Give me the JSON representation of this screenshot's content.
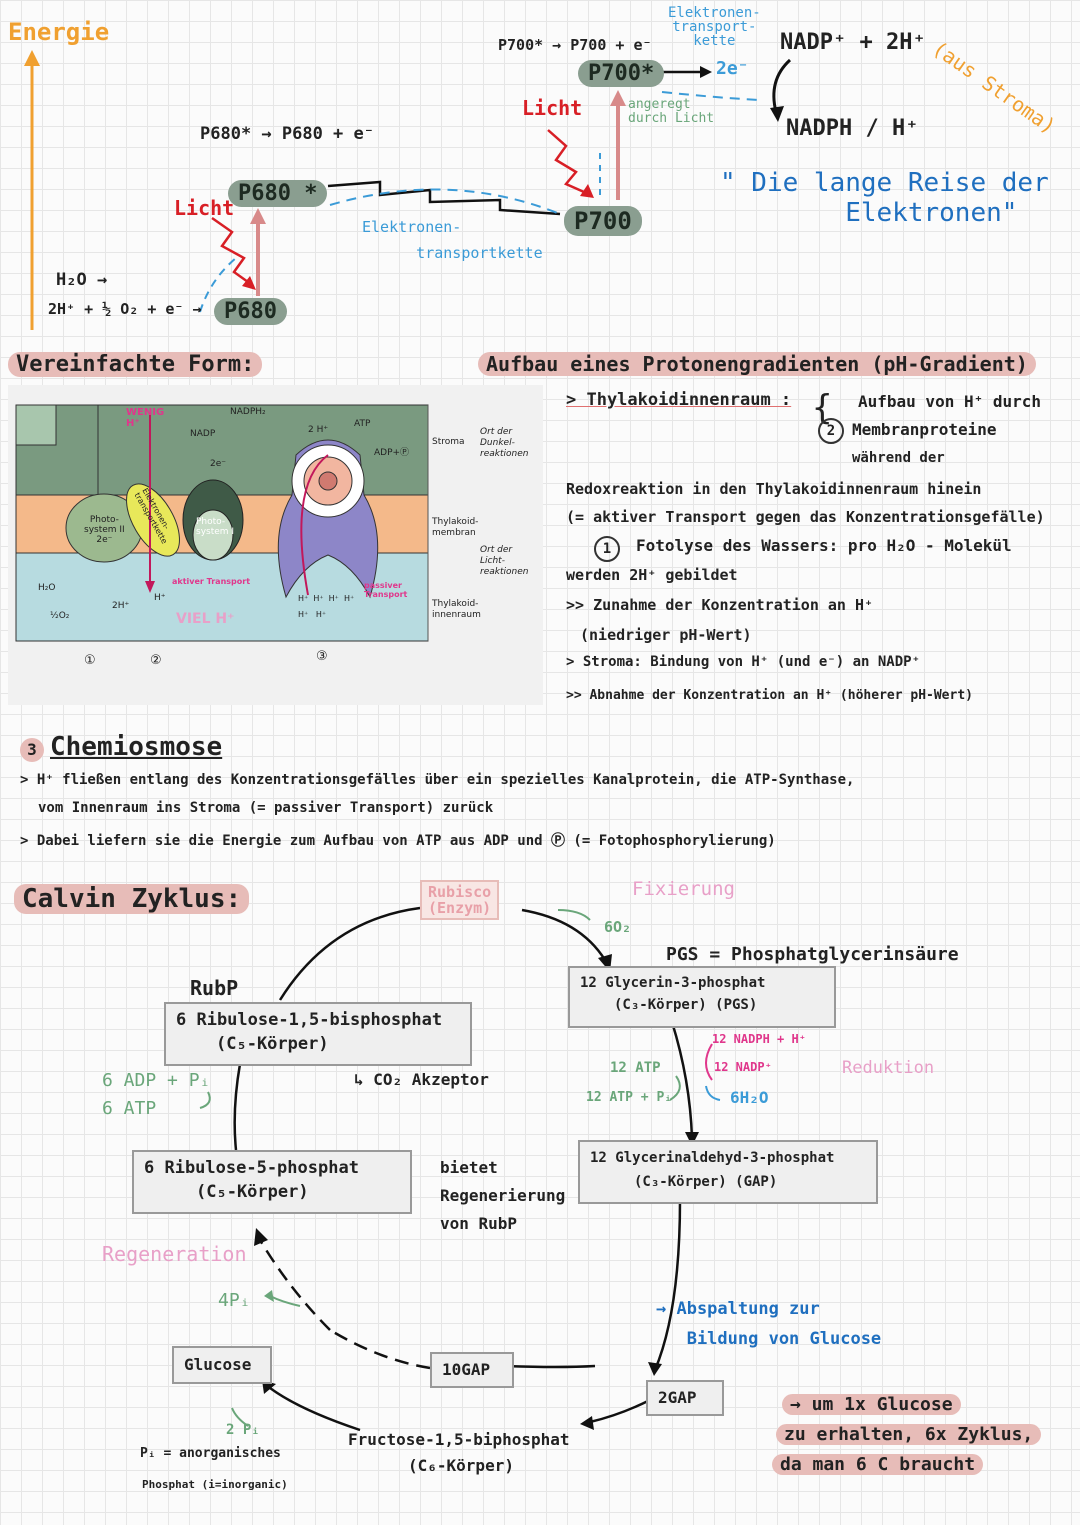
{
  "zschema": {
    "energy": "Energie",
    "p700_eq": "P700* → P700 + e⁻",
    "p700_star": "P700*",
    "etc_top": "Elektronen-\ntransport-\nkette",
    "two_e": "2e⁻",
    "nadp_eq": "NADP⁺ + 2H⁺",
    "aus_stroma": "(aus Stroma)",
    "nadph": "NADPH / H⁺",
    "licht_right": "Licht",
    "angeregt": "angeregt\ndurch Licht",
    "quote": "\" Die lange Reise der\n        Elektronen\"",
    "p680_eq": "P680* → P680 + e⁻",
    "p680_star": "P680 *",
    "licht_left": "Licht",
    "etc_mid": "Elektronen-\n      transportkette",
    "p700": "P700",
    "h2o": "H₂O →",
    "water_split": "2H⁺ + ½ O₂ + e⁻ →",
    "p680": "P680"
  },
  "simplified": {
    "heading": "Vereinfachte Form:",
    "fig": {
      "wenig": "WENIG\nH⁺",
      "nadph2": "NADPH₂",
      "nadp": "NADP",
      "two_h": "2 H⁺",
      "atp": "ATP",
      "adp": "ADP+Ⓟ",
      "two_e": "2e⁻",
      "ps2": "Photo-\nsystem II\n2e⁻",
      "etc": "Elektronen-\ntransportkette",
      "ps1": "Photo-\nsystem I",
      "h2o": "H₂O",
      "half_o2": "½O₂",
      "two_h_low": "2H⁺",
      "h_plus": "H⁺",
      "aktiv": "aktiver Transport",
      "viel": "VIEL H⁺",
      "passiv": "passiver\nTransport",
      "lumen_h": "H⁺  H⁺  H⁺  H⁺\nH⁺   H⁺",
      "n1": "①",
      "n2": "②",
      "n3": "③",
      "stroma": "Stroma",
      "dunkel": "Ort der\nDunkel-\nreaktionen",
      "membran": "Thylakoid-\nmembran",
      "licht_r": "Ort der\nLicht-\nreaktionen",
      "innen": "Thylakoid-\ninnenraum"
    }
  },
  "gradient": {
    "heading": "Aufbau eines Protonengradienten (pH-Gradient)",
    "l1": "> Thylakoidinnenraum :",
    "aufbau": "Aufbau von H⁺ durch",
    "num2": "2",
    "membran": "Membranproteine",
    "waehrend": "während der",
    "l2": "Redoxreaktion in den Thylakoidinnenraum hinein",
    "l3": "(= aktiver Transport gegen das Konzentrationsgefälle)",
    "num1": "1",
    "l4": "Fotolyse des Wassers: pro H₂O - Molekül",
    "l5": "werden 2H⁺ gebildet",
    "l6": ">> Zunahme der Konzentration an H⁺",
    "l7": "(niedriger pH-Wert)",
    "l8": "> Stroma: Bindung von H⁺ (und e⁻) an NADP⁺",
    "l9": ">> Abnahme der Konzentration an H⁺ (höherer pH-Wert)"
  },
  "chemi": {
    "num": "3",
    "heading": "Chemiosmose",
    "l1": "> H⁺ fließen entlang des Konzentrationsgefälles über ein spezielles Kanalprotein, die ATP-Synthase,",
    "l2": "vom Innenraum ins Stroma (= passiver Transport) zurück",
    "l3": "> Dabei liefern sie die Energie zum Aufbau von ATP aus ADP und Ⓟ (= Fotophosphorylierung)"
  },
  "calvin": {
    "heading": "Calvin Zyklus:",
    "rubisco": "Rubisco\n(Enzym)",
    "fixierung": "Fixierung",
    "co2": "6O₂",
    "pgs_def": "PGS = Phosphatglycerinsäure",
    "g3p": "12 Glycerin-3-phosphat",
    "g3p_sub": "(C₃-Körper) (PGS)",
    "rubp_label": "RubP",
    "rubp": "6 Ribulose-1,5-bisphosphat",
    "rubp_sub": "(C₅-Körper)",
    "co2_akz": "↳ CO₂ Akzeptor",
    "adp_pi": "6 ADP + Pᵢ",
    "atp6": "6 ATP",
    "nadph12": "12 NADPH + H⁺",
    "nadp12": "12 NADP⁺",
    "reduktion": "Reduktion",
    "atp12": "12 ATP",
    "atp_pi12": "12 ATP + Pᵢ",
    "h2o6": "6H₂O",
    "r5p": "6 Ribulose-5-phosphat",
    "r5p_sub": "(C₅-Körper)",
    "bietet": "bietet\nRegenerierung\nvon RubP",
    "gap": "12 Glycerinaldehyd-3-phosphat",
    "gap_sub": "(C₃-Körper) (GAP)",
    "regeneration": "Regeneration",
    "pi4": "4Pᵢ",
    "abspaltung": "→ Abspaltung zur\n   Bildung von Glucose",
    "glucose": "Glucose",
    "gap10": "10GAP",
    "gap2": "2GAP",
    "pi2": "2 Pᵢ",
    "fbp": "Fructose-1,5-biphosphat",
    "fbp_sub": "(C₆-Körper)",
    "pi_def1": "Pᵢ = anorganisches",
    "pi_def2": "Phosphat (i=inorganic)",
    "note1": "→ um 1x Glucose",
    "note2": "zu erhalten, 6x Zyklus,",
    "note3": "da man 6 C braucht"
  }
}
